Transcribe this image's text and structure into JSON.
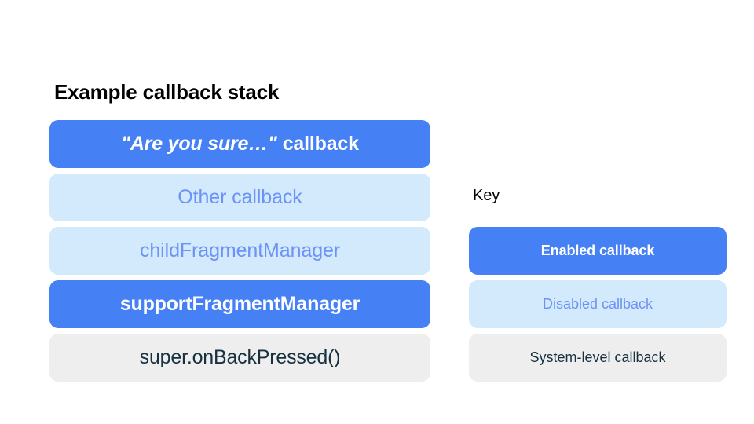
{
  "colors": {
    "background": "#ffffff",
    "enabled_fill": "#4580f5",
    "enabled_text": "#ffffff",
    "disabled_fill": "#d3e9fc",
    "disabled_text": "#6d93f7",
    "system_fill": "#eeeeee",
    "system_text": "#17313f",
    "heading_text": "#000000"
  },
  "stack": {
    "title": "Example callback stack",
    "items": [
      {
        "label": "\"Are you sure…\" callback",
        "quoted_part": "\"Are you sure…\"",
        "plain_part": "callback",
        "state": "enabled"
      },
      {
        "label": "Other callback",
        "state": "disabled"
      },
      {
        "label": "childFragmentManager",
        "state": "disabled"
      },
      {
        "label": "supportFragmentManager",
        "state": "enabled"
      },
      {
        "label": "super.onBackPressed()",
        "state": "system"
      }
    ]
  },
  "key": {
    "title": "Key",
    "items": [
      {
        "label": "Enabled callback",
        "state": "enabled"
      },
      {
        "label": "Disabled callback",
        "state": "disabled"
      },
      {
        "label": "System-level callback",
        "state": "system"
      }
    ]
  }
}
